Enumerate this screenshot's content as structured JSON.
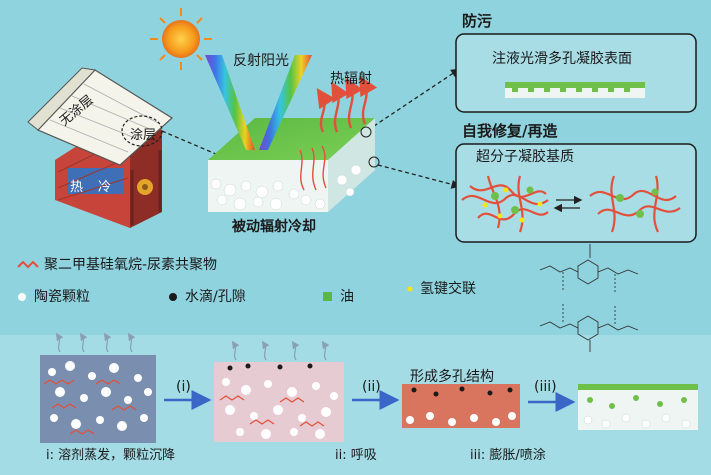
{
  "labels": {
    "reflect": "反射阳光",
    "thermal": "热辐射",
    "passive_cooling": "被动辐射冷却",
    "antifouling": "防污",
    "slippery_surface": "注液光滑多孔凝胶表面",
    "self_repair": "自我修复/再造",
    "supramolecular": "超分子凝胶基质",
    "porous": "形成多孔结构",
    "house_no_coat": "无涂层",
    "house_coat": "涂层",
    "house_hot": "热",
    "house_cold": "冷"
  },
  "legend": {
    "pdms": "聚二甲基硅氧烷-尿素共聚物",
    "ceramic": "陶瓷颗粒",
    "water": "水滴/孔隙",
    "oil": "油",
    "hbond": "氢键交联"
  },
  "steps": {
    "i": "(i)",
    "ii": "(ii)",
    "iii": "(iii)",
    "cap_i": "i:  溶剂蒸发，颗粒沉降",
    "cap_ii": "ii:  呼吸",
    "cap_iii": "iii:  膨胀/喷涂"
  },
  "colors": {
    "background": "#8fd3df",
    "polymer": "#e2503b",
    "oil": "#6fc04b",
    "ceramic": "#ffffff",
    "hbond": "#f5e41a",
    "roof": "#f4f4ea",
    "wall": "#c0443a"
  },
  "icons": [
    "sun-icon",
    "house-icon",
    "gear-icon"
  ]
}
